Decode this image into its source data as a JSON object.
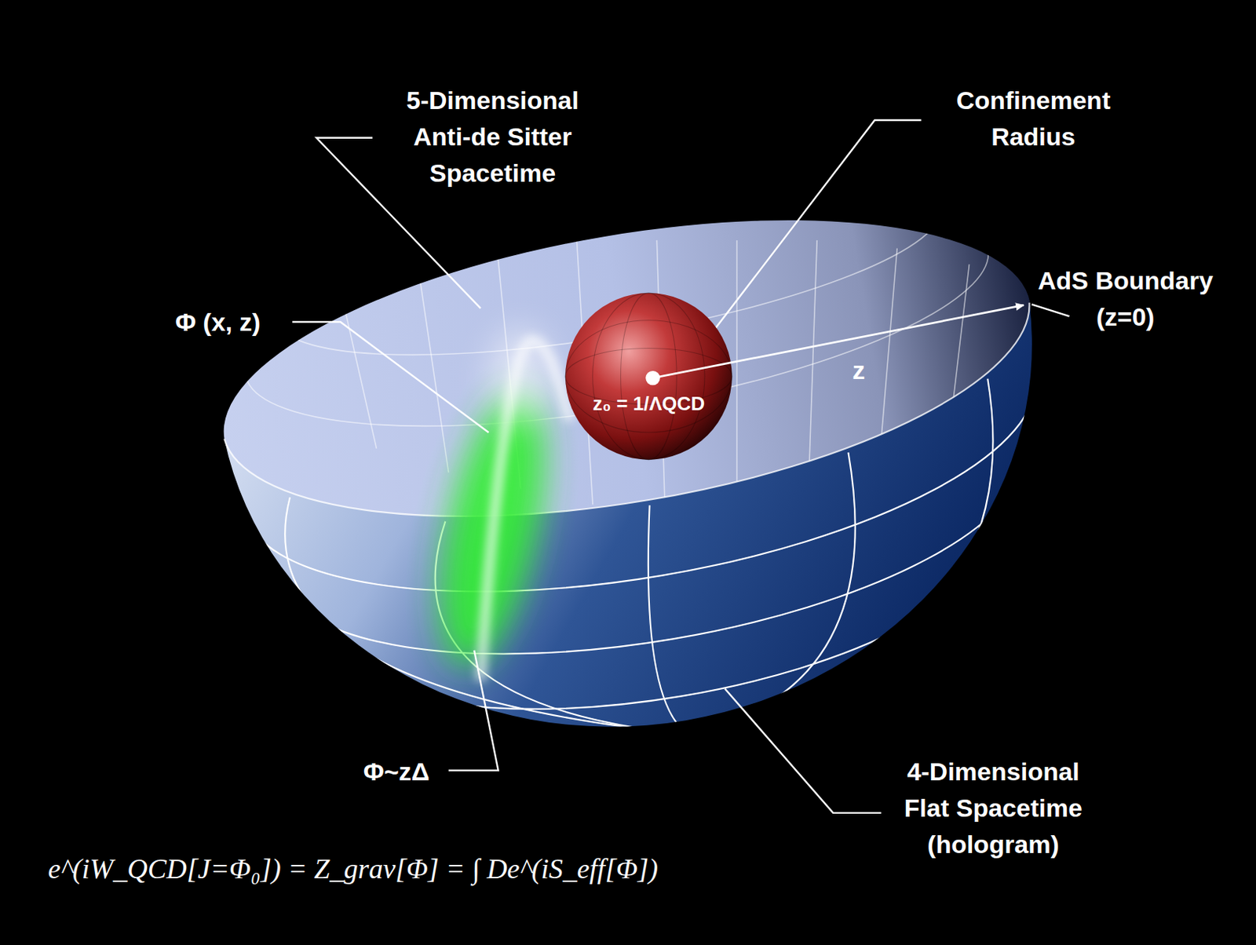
{
  "diagram": {
    "nodes": [
      {
        "text": [
          "z₀ = 1/ΛQCD"
        ]
      }
    ],
    "labels": [
      "5-Dimensional Anti-de Sitter Spacetime",
      "Confinement Radius",
      "Φ (x, z)",
      "AdS Boundary (z=0)",
      "z",
      "Φ~zΔ",
      "4-Dimensional Flat Spacetime (hologram)",
      "e^(iW_QCD[J=Φ₀]) = Z_grav[Φ] = ∫ De^(iS_eff[Φ])"
    ]
  }
}
